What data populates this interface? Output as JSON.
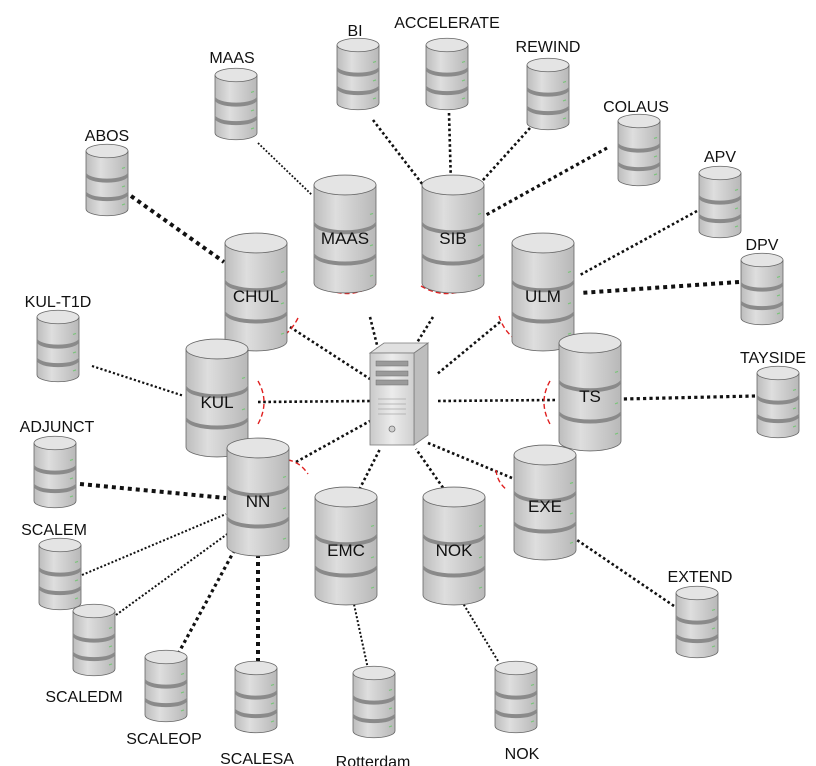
{
  "server": {
    "icon": "server-tower-icon"
  },
  "hubs": [
    {
      "id": "MAAS",
      "label": "MAAS"
    },
    {
      "id": "SIB",
      "label": "SIB"
    },
    {
      "id": "CHUL",
      "label": "CHUL"
    },
    {
      "id": "ULM",
      "label": "ULM"
    },
    {
      "id": "KUL",
      "label": "KUL"
    },
    {
      "id": "TS",
      "label": "TS"
    },
    {
      "id": "NN",
      "label": "NN"
    },
    {
      "id": "EXE",
      "label": "EXE"
    },
    {
      "id": "EMC",
      "label": "EMC"
    },
    {
      "id": "NOK",
      "label": "NOK"
    }
  ],
  "sources": [
    {
      "id": "BI",
      "label": "BI",
      "hub": "SIB"
    },
    {
      "id": "ACCELERATE",
      "label": "ACCELERATE",
      "hub": "SIB"
    },
    {
      "id": "REWIND",
      "label": "REWIND",
      "hub": "SIB"
    },
    {
      "id": "COLAUS",
      "label": "COLAUS",
      "hub": "SIB"
    },
    {
      "id": "MAAS_SRC",
      "label": "MAAS",
      "hub": "MAAS"
    },
    {
      "id": "ABOS",
      "label": "ABOS",
      "hub": "CHUL"
    },
    {
      "id": "APV",
      "label": "APV",
      "hub": "ULM"
    },
    {
      "id": "DPV",
      "label": "DPV",
      "hub": "ULM"
    },
    {
      "id": "KUL-T1D",
      "label": "KUL-T1D",
      "hub": "KUL"
    },
    {
      "id": "TAYSIDE",
      "label": "TAYSIDE",
      "hub": "TS"
    },
    {
      "id": "ADJUNCT",
      "label": "ADJUNCT",
      "hub": "NN"
    },
    {
      "id": "SCALEM",
      "label": "SCALEM",
      "hub": "NN"
    },
    {
      "id": "SCALEDM",
      "label": "SCALEDM",
      "hub": "NN"
    },
    {
      "id": "SCALEOP",
      "label": "SCALEOP",
      "hub": "NN"
    },
    {
      "id": "SCALESA",
      "label": "SCALESA",
      "hub": "NN"
    },
    {
      "id": "EXTEND",
      "label": "EXTEND",
      "hub": "EXE"
    },
    {
      "id": "Rotterdam",
      "label": "Rotterdam",
      "hub": "EMC"
    },
    {
      "id": "NOK_SRC",
      "label": "NOK",
      "hub": "NOK"
    }
  ],
  "colors": {
    "cylinder_fill": "#d4d4d4",
    "cylinder_top": "#e4e4e4",
    "cylinder_band": "#8a8a8a",
    "cylinder_edge": "#666666",
    "connector": "#111111",
    "barrier_arc": "#e02020"
  }
}
